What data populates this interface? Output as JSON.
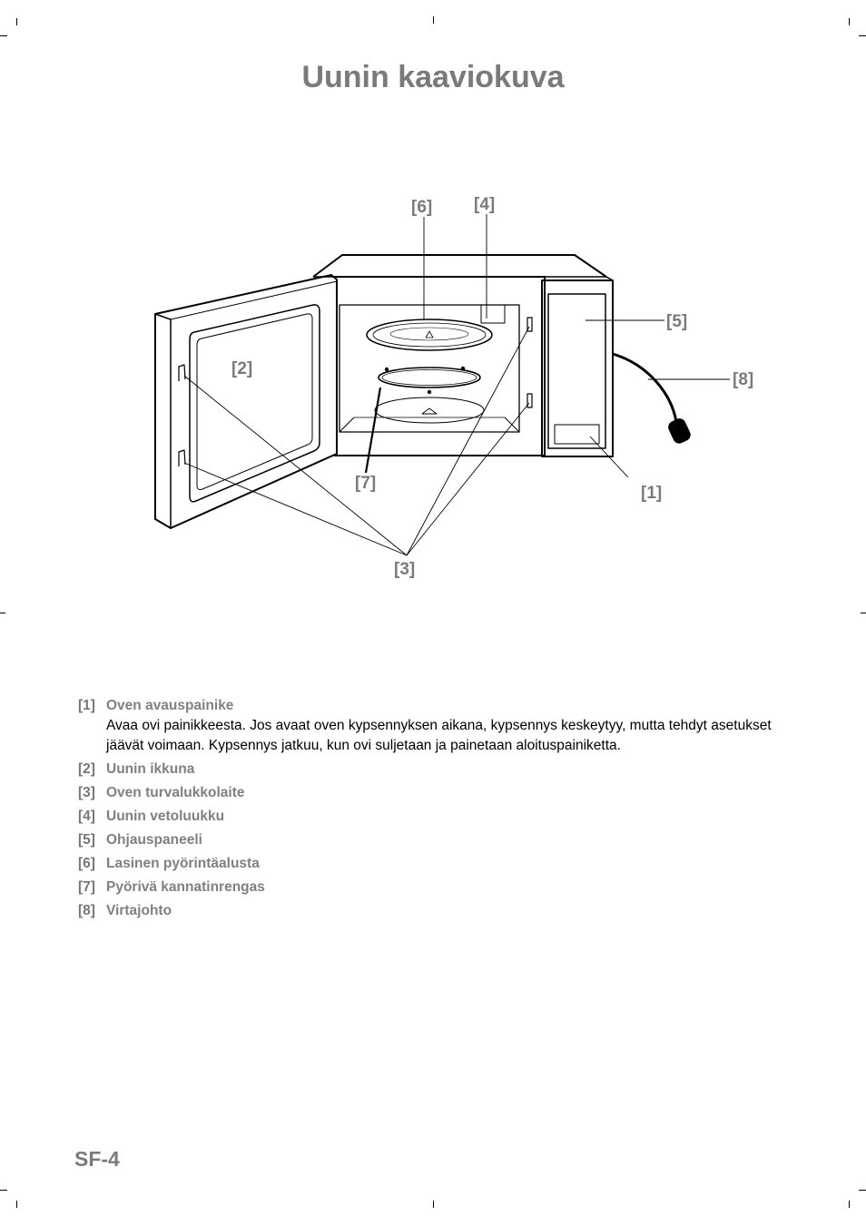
{
  "page": {
    "title": "Uunin kaaviokuva",
    "page_number": "SF-4"
  },
  "diagram": {
    "callouts": {
      "c1": "[1]",
      "c2": "[2]",
      "c3": "[3]",
      "c4": "[4]",
      "c5": "[5]",
      "c6": "[6]",
      "c7": "[7]",
      "c8": "[8]"
    }
  },
  "legend": [
    {
      "num": "[1]",
      "label": "Oven avauspainike",
      "desc": "Avaa ovi painikkeesta. Jos avaat oven kypsennyksen aikana, kypsennys keskeytyy, mutta tehdyt asetukset jäävät voimaan. Kypsennys jatkuu, kun ovi suljetaan ja painetaan aloituspainiketta."
    },
    {
      "num": "[2]",
      "label": "Uunin ikkuna"
    },
    {
      "num": "[3]",
      "label": "Oven turvalukkolaite"
    },
    {
      "num": "[4]",
      "label": "Uunin vetoluukku"
    },
    {
      "num": "[5]",
      "label": "Ohjauspaneeli"
    },
    {
      "num": "[6]",
      "label": "Lasinen pyörintäalusta"
    },
    {
      "num": "[7]",
      "label": "Pyörivä kannatinrengas"
    },
    {
      "num": "[8]",
      "label": "Virtajohto"
    }
  ]
}
